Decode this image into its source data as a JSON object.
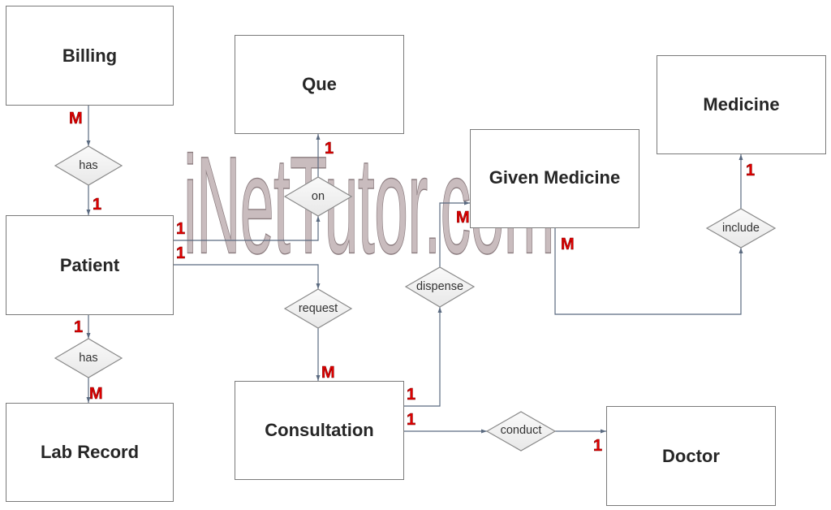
{
  "diagram": {
    "type": "ER diagram",
    "watermark": "iNetTutor.com",
    "colors": {
      "entity_border": "#7a7a7a",
      "connector": "#5a6a80",
      "cardinality": "#e00000",
      "diamond_fill": "#f2f2f2",
      "watermark_fill": "#c9bcbe"
    },
    "entities": {
      "billing": {
        "label": "Billing"
      },
      "que": {
        "label": "Que"
      },
      "medicine": {
        "label": "Medicine"
      },
      "given_medicine": {
        "label": "Given Medicine"
      },
      "patient": {
        "label": "Patient"
      },
      "lab_record": {
        "label": "Lab Record"
      },
      "consultation": {
        "label": "Consultation"
      },
      "doctor": {
        "label": "Doctor"
      }
    },
    "relationships": {
      "billing_patient": {
        "label": "has",
        "from": "Billing",
        "to": "Patient",
        "from_card": "M",
        "to_card": "1"
      },
      "patient_que": {
        "label": "on",
        "from": "Patient",
        "to": "Que",
        "from_card": "1",
        "to_card": "1"
      },
      "patient_consultation": {
        "label": "request",
        "from": "Patient",
        "to": "Consultation",
        "from_card": "1",
        "to_card": "M"
      },
      "patient_lab": {
        "label": "has",
        "from": "Patient",
        "to": "Lab Record",
        "from_card": "1",
        "to_card": "M"
      },
      "consultation_given": {
        "label": "dispense",
        "from": "Consultation",
        "to": "Given Medicine",
        "from_card": "1",
        "to_card": "M"
      },
      "given_medicine": {
        "label": "include",
        "from": "Given Medicine",
        "to": "Medicine",
        "from_card": "M",
        "to_card": "1"
      },
      "consultation_doctor": {
        "label": "conduct",
        "from": "Consultation",
        "to": "Doctor",
        "from_card": "1",
        "to_card": "1"
      }
    }
  }
}
